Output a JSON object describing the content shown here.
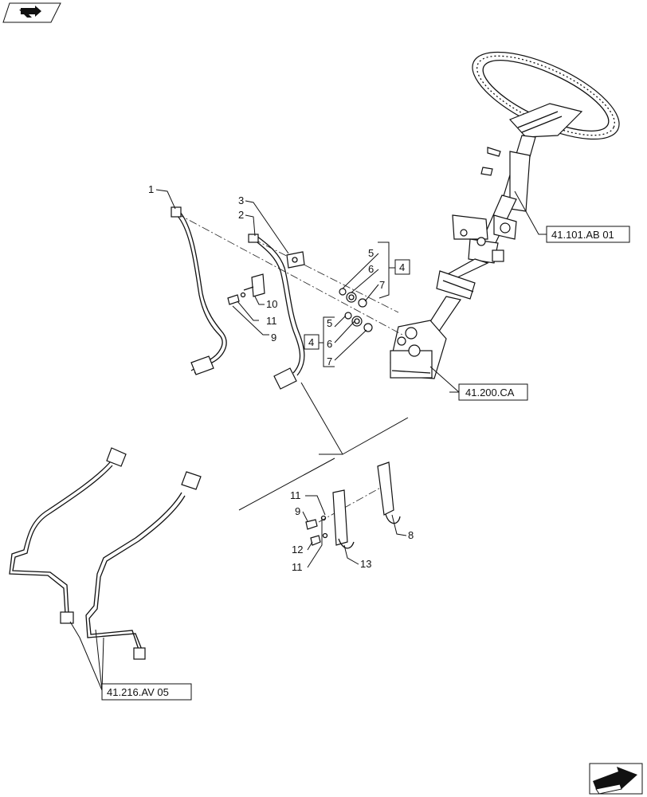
{
  "callouts": {
    "c1": "1",
    "c2": "2",
    "c3": "3",
    "c5a": "5",
    "c6a": "6",
    "c7a": "7",
    "c4a": "4",
    "c5b": "5",
    "c6b": "6",
    "c7b": "7",
    "c4b": "4",
    "c10": "10",
    "c11a": "11",
    "c9a": "9",
    "c11b": "11",
    "c9b": "9",
    "c12": "12",
    "c11c": "11",
    "c13": "13",
    "c8": "8"
  },
  "references": {
    "steering_column": "41.101.AB 01",
    "steering_unit": "41.200.CA",
    "lines": "41.216.AV 05"
  },
  "icons": {
    "top_left": "book-arrow-icon",
    "bottom_right": "next-page-arrow-icon"
  }
}
